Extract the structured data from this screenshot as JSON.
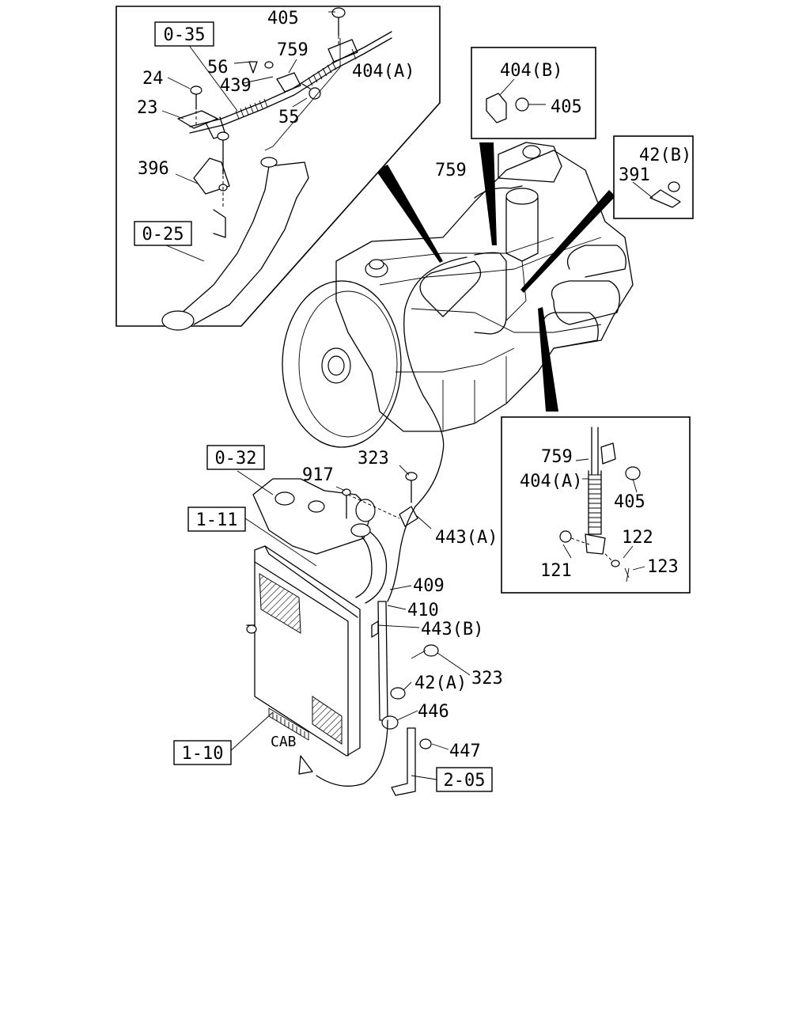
{
  "ref_boxes": {
    "r0_35": "0-35",
    "r0_25": "0-25",
    "r0_32": "0-32",
    "r1_11": "1-11",
    "r1_10": "1-10",
    "r2_05": "2-05"
  },
  "labels": {
    "p405_top": "405",
    "p759_top": "759",
    "p56": "56",
    "p439": "439",
    "p404a_top": "404(A)",
    "p24": "24",
    "p23": "23",
    "p55": "55",
    "p396": "396",
    "p404b": "404(B)",
    "p405_b": "405",
    "p42b": "42(B)",
    "p391": "391",
    "p759_mid": "759",
    "p759_r": "759",
    "p404a_r": "404(A)",
    "p405_r": "405",
    "p122": "122",
    "p121": "121",
    "p123": "123",
    "p323_top": "323",
    "p917": "917",
    "p443a": "443(A)",
    "p409": "409",
    "p410": "410",
    "p443b": "443(B)",
    "p323_low": "323",
    "p42a": "42(A)",
    "p446": "446",
    "p447": "447",
    "cab": "CAB"
  }
}
